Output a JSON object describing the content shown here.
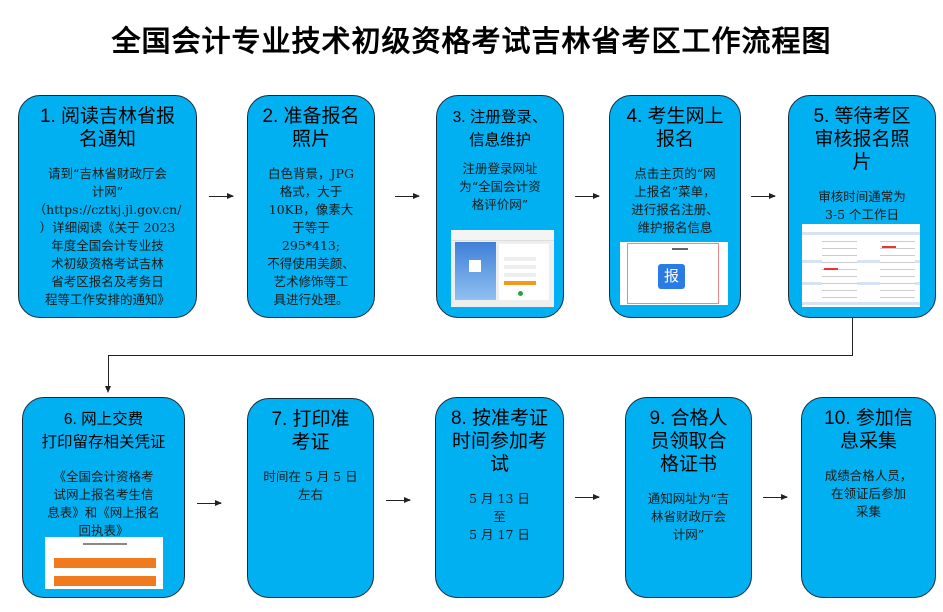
{
  "title": "全国会计专业技术初级资格考试吉林省考区工作流程图",
  "colors": {
    "box": "#00b0f0",
    "border": "#1a2a3a",
    "orange": "#f07b1f",
    "blue": "#2a7be4"
  },
  "steps": [
    {
      "head": [
        "1. 阅读吉林省报",
        "名通知"
      ],
      "body": [
        "请到“吉林省财政厅会",
        "计网”",
        "（https://cztkj.jl.gov.cn/",
        "）详细阅读《关于 2023",
        "年度全国会计专业技",
        "术初级资格考试吉林",
        "省考区报名及考务日",
        "程等工作安排的通知》"
      ]
    },
    {
      "head": [
        "2. 准备报名",
        "照片"
      ],
      "body": [
        "白色背景，JPG",
        "格式，大于",
        "10KB，像素大",
        "于等于",
        "295*413;",
        "不得使用美颜、",
        "艺术修饰等工",
        "具进行处理。"
      ]
    },
    {
      "head": [
        "3. 注册登录、",
        "信息维护"
      ],
      "body": [
        "注册登录网址",
        "为“全国会计资",
        "格评价网”"
      ]
    },
    {
      "head": [
        "4. 考生网上",
        "报名"
      ],
      "body": [
        "点击主页的“网",
        "上报名”菜单，",
        "进行报名注册、",
        "维护报名信息"
      ],
      "screenshot_label": "报"
    },
    {
      "head": [
        "5. 等待考区",
        "审核报名照",
        "片"
      ],
      "body": [
        "审核时间通常为",
        "3-5 个工作日"
      ]
    },
    {
      "head": [
        "6. 网上交费",
        "打印留存相关凭证"
      ],
      "body": [
        "《全国会计资格考",
        "试网上报名考生信",
        "息表》和《网上报名",
        "回执表》"
      ]
    },
    {
      "head": [
        "7. 打印准",
        "考证"
      ],
      "body": [
        "时间在 5 月 5 日",
        "左右"
      ]
    },
    {
      "head": [
        "8. 按准考证",
        "时间参加考",
        "试"
      ],
      "body": [
        "5 月 13 日",
        "至",
        "5 月 17 日"
      ]
    },
    {
      "head": [
        "9. 合格人",
        "员领取合",
        "格证书"
      ],
      "body": [
        "通知网址为“吉",
        "林省财政厅会",
        "计网”"
      ]
    },
    {
      "head": [
        "10. 参加信",
        "息采集"
      ],
      "body": [
        "成绩合格人员，",
        "在领证后参加",
        "采集"
      ]
    }
  ]
}
